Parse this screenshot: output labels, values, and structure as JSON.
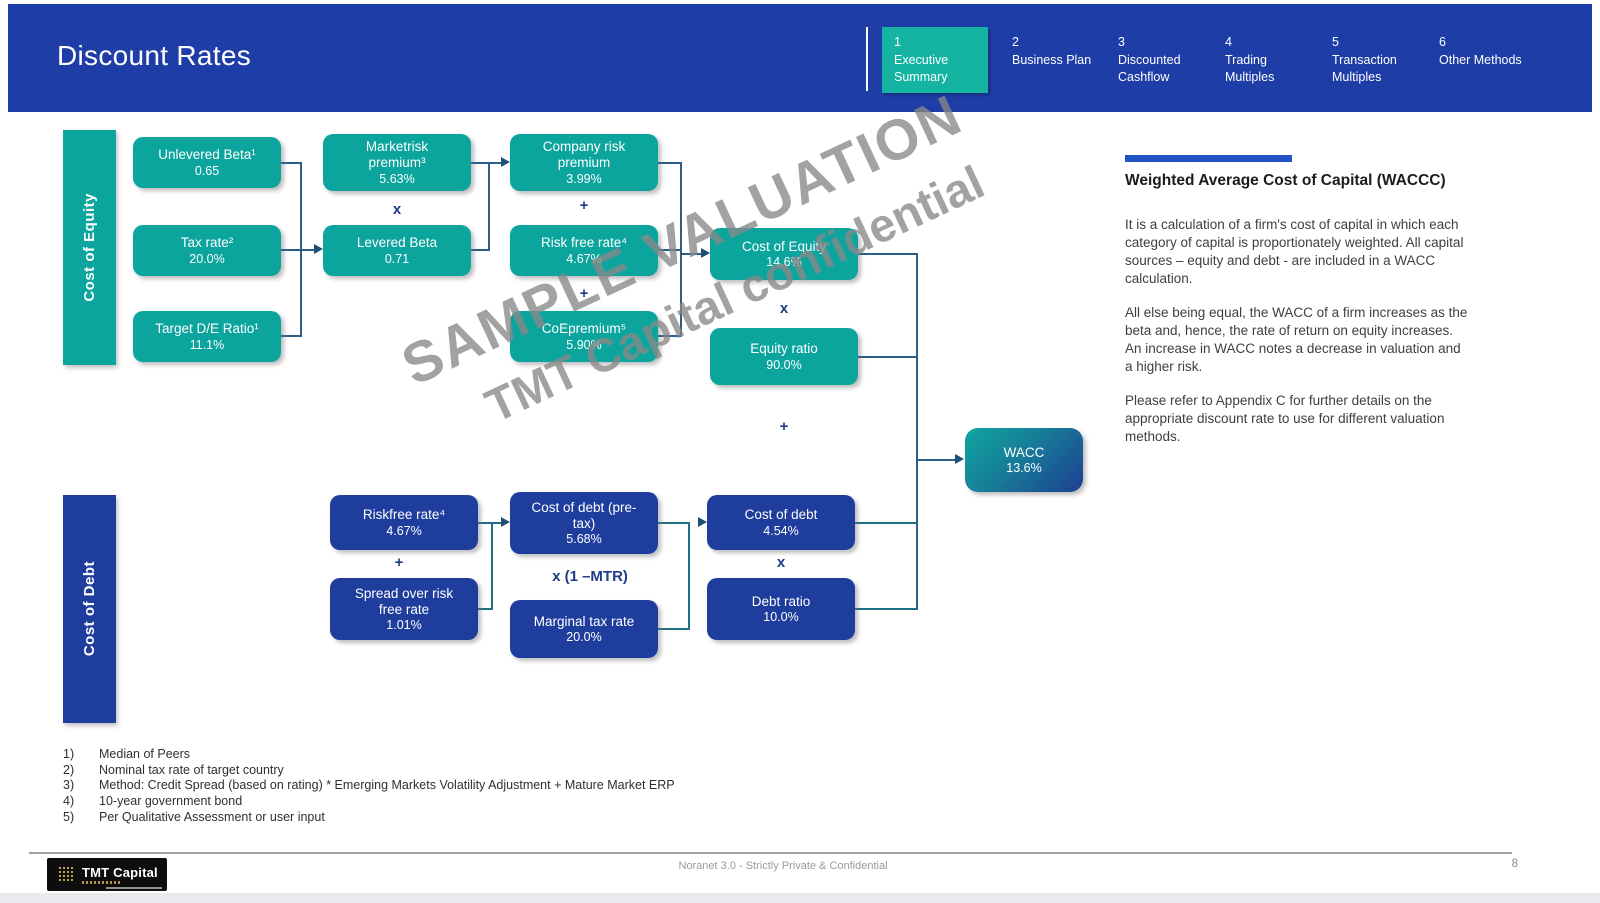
{
  "header": {
    "title": "Discount Rates",
    "tabs": [
      {
        "num": "1",
        "label": "Executive Summary"
      },
      {
        "num": "2",
        "label": "Business Plan"
      },
      {
        "num": "3",
        "label": "Discounted Cashflow"
      },
      {
        "num": "4",
        "label": "Trading Multiples"
      },
      {
        "num": "5",
        "label": "Transaction Multiples"
      },
      {
        "num": "6",
        "label": "Other Methods"
      }
    ]
  },
  "watermark": {
    "line1": "SAMPLE VALUATION",
    "line2": "TMT Capital confidential"
  },
  "flow": {
    "equity_group_label": "Cost of Equity",
    "debt_group_label": "Cost of Debt",
    "boxes": {
      "unlevered_beta": {
        "title": "Unlevered Beta¹",
        "value": "0.65"
      },
      "tax_rate": {
        "title": "Tax rate²",
        "value": "20.0%"
      },
      "target_de_ratio": {
        "title": "Target D/E Ratio¹",
        "value": "11.1%"
      },
      "market_risk_premium": {
        "title": "Marketrisk\npremium³",
        "value": "5.63%"
      },
      "levered_beta": {
        "title": "Levered Beta",
        "value": "0.71"
      },
      "company_risk_premium": {
        "title": "Company risk\npremium",
        "value": "3.99%"
      },
      "risk_free_rate_equity": {
        "title": "Risk free rate⁴",
        "value": "4.67%"
      },
      "coe_premium": {
        "title": "CoEpremium⁵",
        "value": "5.90%"
      },
      "cost_of_equity": {
        "title": "Cost of Equity",
        "value": "14.6%"
      },
      "equity_ratio": {
        "title": "Equity ratio",
        "value": "90.0%"
      },
      "risk_free_rate_debt": {
        "title": "Riskfree rate⁴",
        "value": "4.67%"
      },
      "spread_over_risk_free": {
        "title": "Spread over risk\nfree rate",
        "value": "1.01%"
      },
      "cost_of_debt_pretax": {
        "title": "Cost of debt (pre-\ntax)",
        "value": "5.68%"
      },
      "marginal_tax_rate": {
        "title": "Marginal tax rate",
        "value": "20.0%"
      },
      "cost_of_debt": {
        "title": "Cost of debt",
        "value": "4.54%"
      },
      "debt_ratio": {
        "title": "Debt ratio",
        "value": "10.0%"
      },
      "wacc": {
        "title": "WACC",
        "value": "13.6%"
      }
    },
    "operators": {
      "multiply_beta": "x",
      "plus_crp": "+",
      "plus_rfr": "+",
      "multiply_equity": "x",
      "plus_wacc": "+",
      "plus_debt": "+",
      "multiply_mtr": "x (1 –MTR)",
      "multiply_debt": "x"
    }
  },
  "info_panel": {
    "heading": "Weighted Average Cost of Capital (WACCC)",
    "para1": "It is a calculation of a firm's cost of capital in which each category of capital is proportionately weighted. All capital sources – equity and debt - are included in a WACC calculation.",
    "para2": "All else being equal, the WACC of a firm increases as the beta and, hence, the rate of return on equity increases. An increase in WACC notes a decrease in valuation and a higher risk.",
    "para3": "Please refer to Appendix C for further details on the appropriate discount rate to use for different valuation methods."
  },
  "footnotes": [
    {
      "num": "1)",
      "text": "Median of Peers"
    },
    {
      "num": "2)",
      "text": "Nominal tax rate of target country"
    },
    {
      "num": "3)",
      "text": "Method: Credit Spread (based on rating) * Emerging Markets Volatility Adjustment + Mature Market ERP"
    },
    {
      "num": "4)",
      "text": "10-year government bond"
    },
    {
      "num": "5)",
      "text": "Per Qualitative Assessment or user input"
    }
  ],
  "footer": {
    "logo_text": "TMT Capital",
    "center_text": "Noranet 3.0 - Strictly Private & Confidential",
    "page_number": "8"
  },
  "colors": {
    "header_blue": "#1e3da6",
    "box_teal": "#0ba59e",
    "box_blue": "#1f3d9c",
    "tab_active_teal": "#14b3a2",
    "accent_bar_blue": "#2253c4",
    "connector_equity": "#2b5f8a",
    "connector_debt": "#226e86",
    "watermark_gray": "#888888"
  }
}
